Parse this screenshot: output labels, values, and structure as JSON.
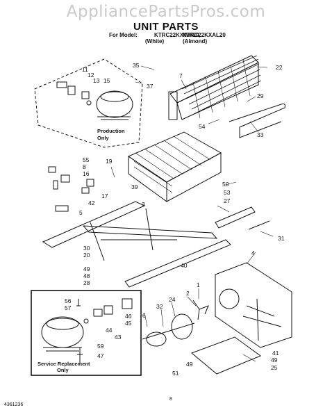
{
  "watermark": "AppliancePartsPros.com",
  "title": "UNIT PARTS",
  "header": {
    "model_label": "For Model:",
    "models": [
      "KTRC22KXWH20,",
      "KTRC22KXAL20"
    ],
    "variants": [
      "(White)",
      "(Almond)"
    ]
  },
  "notes": {
    "production_line1": "Production",
    "production_line2": "Only",
    "service_line1": "Service Replacement",
    "service_line2": "Only"
  },
  "callouts": [
    "35",
    "37",
    "7",
    "22",
    "11",
    "12",
    "13",
    "15",
    "29",
    "54",
    "33",
    "55",
    "8",
    "16",
    "19",
    "50",
    "53",
    "27",
    "39",
    "17",
    "42",
    "5",
    "3",
    "31",
    "30",
    "20",
    "4",
    "49",
    "48",
    "40",
    "28",
    "56",
    "57",
    "1",
    "2",
    "32",
    "24",
    "6",
    "46",
    "45",
    "44",
    "43",
    "59",
    "47",
    "41",
    "49",
    "25",
    "51",
    "49"
  ],
  "footer": {
    "doc_number": "4361236",
    "page_number": "8"
  }
}
